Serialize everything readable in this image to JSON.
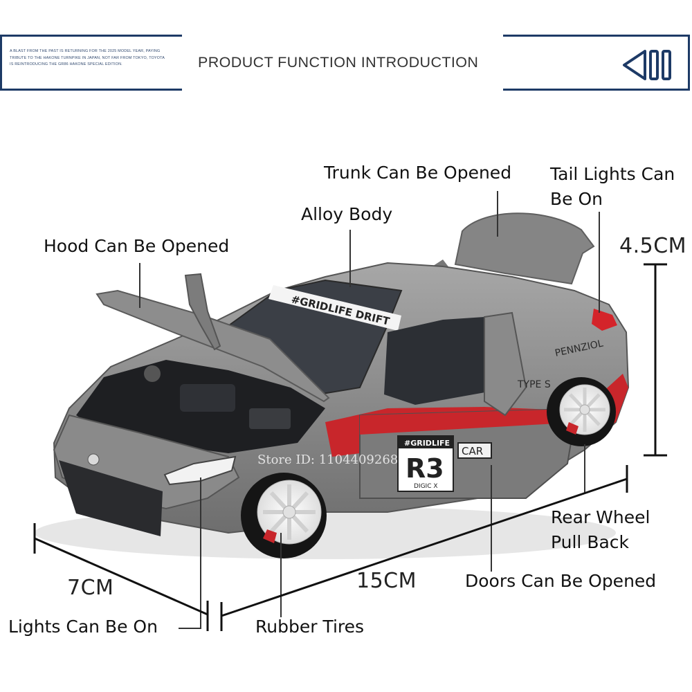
{
  "header": {
    "blurb": "A blast from the past is returning for the 2025 model year, paying tribute to the Hakone Turnpike in Japan, not far from Tokyo, Toyota is reintroducing the GR86 Hakone Special Edition.",
    "title": "PRODUCT FUNCTION INTRODUCTION",
    "accent_color": "#1d3a66",
    "back_icon": "back-triangle-bars-icon"
  },
  "features": {
    "trunk": "Trunk Can Be Opened",
    "tail_lights": [
      "Tail Lights Can",
      "Be On"
    ],
    "alloy_body": "Alloy Body",
    "hood": "Hood Can Be Opened",
    "rear_wheel": [
      "Rear Wheel",
      "Pull Back"
    ],
    "doors": "Doors Can Be Opened",
    "lights": "Lights Can Be On",
    "tires": "Rubber Tires"
  },
  "dimensions": {
    "height": "4.5CM",
    "length": "15CM",
    "width": "7CM"
  },
  "car": {
    "windshield_banner": "#GRIDLIFE DRIFT",
    "door_sticker_top": "#GRIDLIFE",
    "door_number": "R3",
    "door_sticker_bottom": "DIGIC X",
    "door_badge": "CAR",
    "side_brand": "PENNZIOL",
    "side_type": "TYPE S",
    "body_color": "#8c8c8c",
    "stripe_color": "#c8262b"
  },
  "watermark": "Store ID: 1104409268"
}
